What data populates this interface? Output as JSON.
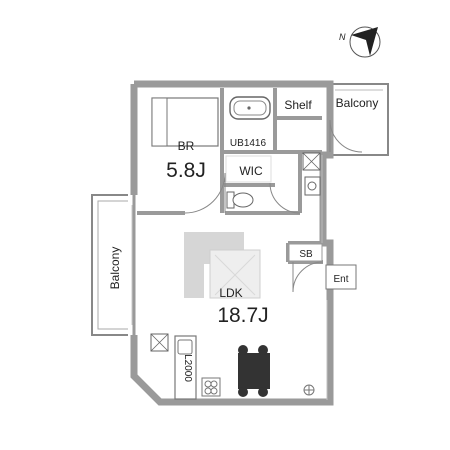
{
  "compass": {
    "label": "N"
  },
  "rooms": {
    "br": {
      "name": "BR",
      "size": "5.8J"
    },
    "ldk": {
      "name": "LDK",
      "size": "18.7J"
    },
    "bath": {
      "name": "UB1416"
    },
    "wic": {
      "name": "WIC"
    },
    "shelf": {
      "name": "Shelf"
    },
    "sb": {
      "name": "SB"
    },
    "entrance": {
      "name": "Ent"
    },
    "kitchen": {
      "name": "L2000"
    },
    "balcony_top": {
      "name": "Balcony"
    },
    "balcony_left": {
      "name": "Balcony"
    }
  },
  "colors": {
    "wall": "#9a9a9a",
    "fixture": "#777777",
    "furniture": "#d2d2d2",
    "table": "#333333"
  }
}
